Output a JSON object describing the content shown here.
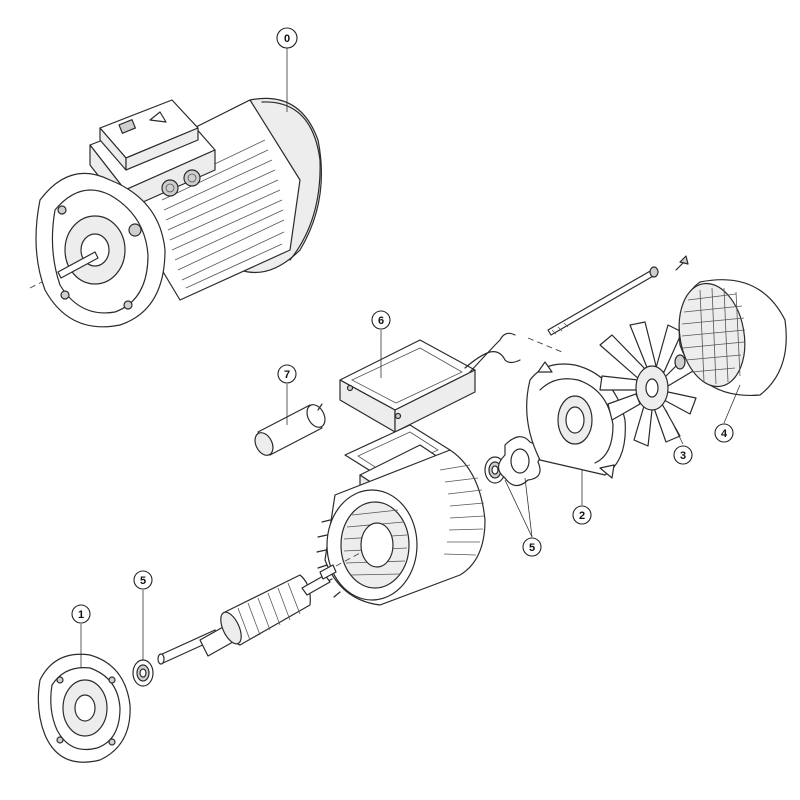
{
  "callouts": {
    "c0": "0",
    "c1": "1",
    "c2": "2",
    "c3": "3",
    "c4": "4",
    "c5a": "5",
    "c5b": "5",
    "c6": "6",
    "c7": "7"
  }
}
